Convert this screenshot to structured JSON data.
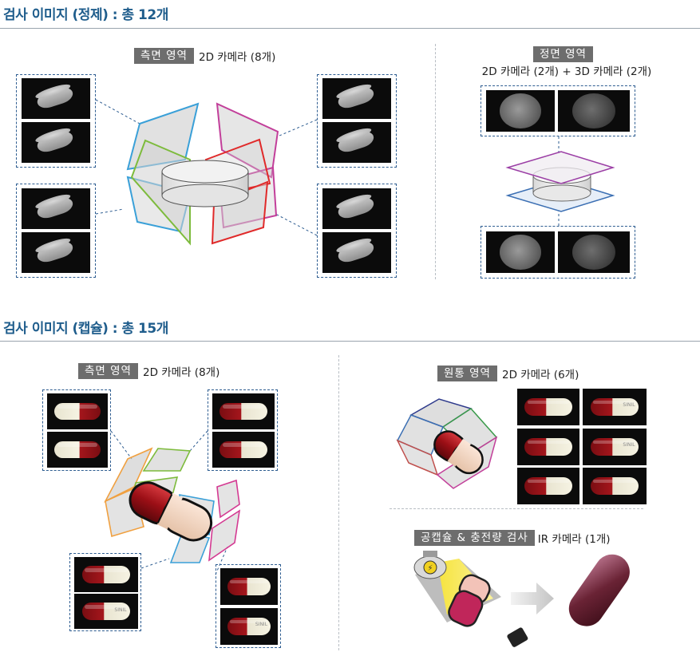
{
  "tablet": {
    "title": "검사 이미지 (정제) : 총 12개",
    "side": {
      "tag": "측면 영역",
      "desc": "2D 카메라 (8개)"
    },
    "front": {
      "tag": "정면 영역",
      "desc": "2D 카메라 (2개) + 3D 카메라 (2개)"
    }
  },
  "capsule": {
    "title": "검사 이미지 (캡슐) : 총 15개",
    "side": {
      "tag": "측면 영역",
      "desc": "2D 카메라 (8개)"
    },
    "barrel": {
      "tag": "원통 영역",
      "desc": "2D 카메라 (6개)"
    },
    "ir": {
      "tag": "공캡슐 & 충전량 검사",
      "desc": "IR 카메라 (1개)"
    },
    "imprint": "SINIL"
  },
  "colors": {
    "title": "#1f5d8c",
    "frame_blue": "#3aa0d8",
    "frame_green": "#7dbb3c",
    "frame_magenta": "#c23f9a",
    "frame_red": "#e02a2a",
    "frame_orange": "#f0a040",
    "frame_navy": "#2e3a8c"
  }
}
